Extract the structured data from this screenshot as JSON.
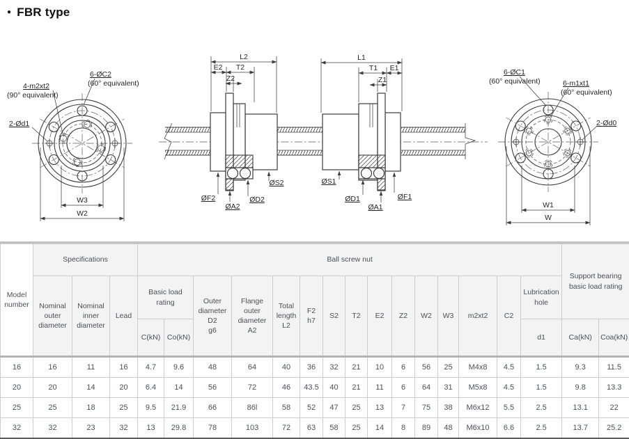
{
  "page": {
    "title": "FBR type",
    "title_bullet": "●"
  },
  "colors": {
    "text": "#4a5058",
    "drawing_line": "#3b3b3b",
    "header_bg": "#f3f3f3",
    "border": "#cccccc"
  },
  "diagram": {
    "left_view": {
      "screw_label": "4-m2xt2",
      "screw_note": "(90° equivalent)",
      "bolt_label": "6-ØC2",
      "bolt_note": "(60° equivalent)",
      "pin_label": "2-Ød1",
      "w_inner": "W3",
      "w_outer": "W2"
    },
    "nut2": {
      "length": "L2",
      "e": "E2",
      "t": "T2",
      "z": "Z2",
      "s": "ØS2",
      "f": "ØF2",
      "a": "ØA2",
      "d": "ØD2"
    },
    "nut1": {
      "length": "L1",
      "t": "T1",
      "e": "E1",
      "z": "Z1",
      "s": "ØS1",
      "d": "ØD1",
      "a": "ØA1",
      "f": "ØF1"
    },
    "right_view": {
      "bolt_label": "6-ØC1",
      "bolt_note": "(60° equivalent)",
      "screw_label": "6-m1xt1",
      "screw_note": "(60° equivalent)",
      "pin_label": "2-Ød0",
      "w_inner": "W1",
      "w_outer": "W"
    }
  },
  "table": {
    "headers": {
      "model_number": "Model\nnumber",
      "specifications": "Specifications",
      "ball_screw_nut": "Ball screw nut",
      "support_bearing": "Support bearing\nbasic load rating",
      "nominal_outer": "Nominal\nouter\ndiameter",
      "nominal_inner": "Nominal\ninner\ndiameter",
      "lead": "Lead",
      "basic_load_rating": "Basic load\nrating",
      "c_kn": "C(kN)",
      "co_kn": "Co(kN)",
      "outer_diameter": "Outer\ndiameter\nD2\ng6",
      "flange_outer": "Flange\nouter\ndiameter\nA2",
      "total_length": "Total\nlength\nL2",
      "f2": "F2\nh7",
      "s2": "S2",
      "t2": "T2",
      "e2": "E2",
      "z2": "Z2",
      "w2": "W2",
      "w3": "W3",
      "m2xt2": "m2xt2",
      "c2": "C2",
      "lubrication_hole": "Lubrication\nhole",
      "d1": "d1",
      "ca_kn": "Ca(kN)",
      "coa_kn": "Coa(kN)"
    },
    "rows": [
      [
        "16",
        "16",
        "11",
        "16",
        "4.7",
        "9.6",
        "48",
        "64",
        "40",
        "36",
        "32",
        "21",
        "10",
        "6",
        "56",
        "25",
        "M4x8",
        "4.5",
        "1.5",
        "9.3",
        "11.5"
      ],
      [
        "20",
        "20",
        "14",
        "20",
        "6.4",
        "14",
        "56",
        "72",
        "46",
        "43.5",
        "40",
        "21",
        "11",
        "6",
        "64",
        "31",
        "M5x8",
        "4.5",
        "1.5",
        "9.8",
        "13.3"
      ],
      [
        "25",
        "25",
        "18",
        "25",
        "9.5",
        "21.9",
        "66",
        "86l",
        "58",
        "52",
        "47",
        "25",
        "13",
        "7",
        "75",
        "38",
        "M6x12",
        "5.5",
        "2.5",
        "13.1",
        "22"
      ],
      [
        "32",
        "32",
        "23",
        "32",
        "13",
        "29.8",
        "78",
        "103",
        "72",
        "63",
        "58",
        "25",
        "14",
        "8",
        "89",
        "48",
        "M6x10",
        "6.6",
        "2.5",
        "13.7",
        "25.2"
      ]
    ]
  }
}
